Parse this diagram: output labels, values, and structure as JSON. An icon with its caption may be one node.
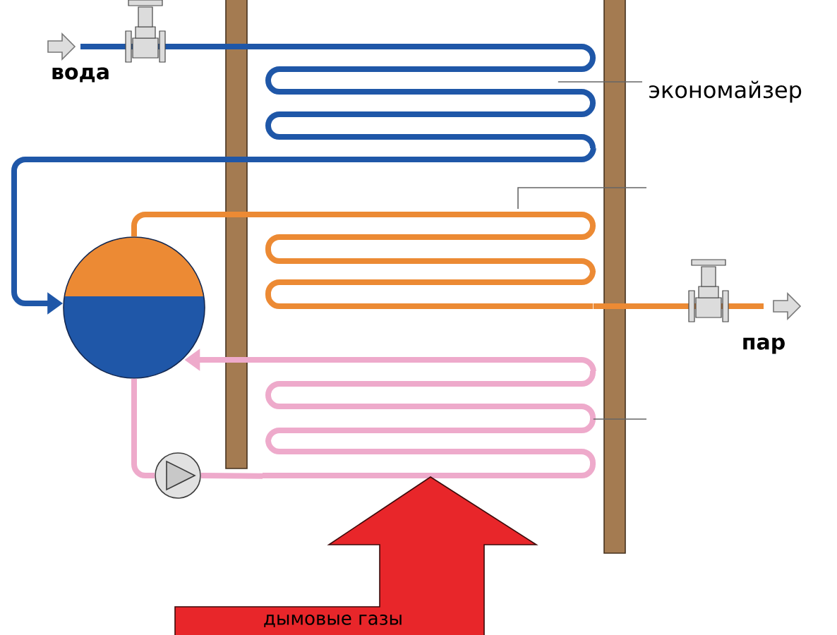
{
  "diagram": {
    "nodes": [
      {
        "text": [
          "экономайзер"
        ]
      },
      {
        "text": [],
        "shape": "coil"
      },
      {
        "text": [],
        "shape": "coil"
      },
      {
        "text": [],
        "shape": "coil"
      },
      {
        "text": [],
        "shape": "circle"
      },
      {
        "text": [],
        "shape": "circle"
      },
      {
        "text": [
          "дымовые газы"
        ]
      },
      {
        "text": [
          "вода"
        ]
      },
      {
        "text": [
          "пар"
        ]
      }
    ],
    "edges": [
      {
        "from": 0,
        "to": 1,
        "arrow": "none",
        "color": "#666666"
      },
      {
        "from": 7,
        "to": 1,
        "arrow": "none",
        "color": "#1f57a8"
      },
      {
        "from": 1,
        "to": 4,
        "arrow": "to",
        "color": "#1f57a8"
      },
      {
        "from": 4,
        "to": 2,
        "arrow": "none",
        "color": "#ec8a34"
      },
      {
        "from": 2,
        "to": 8,
        "arrow": "none",
        "color": "#ec8a34"
      },
      {
        "from": 3,
        "to": 4,
        "arrow": "to",
        "color": "#eeaacb"
      },
      {
        "from": 4,
        "to": 5,
        "arrow": "none",
        "color": "#eeaacb"
      },
      {
        "from": 5,
        "to": 3,
        "arrow": "none",
        "color": "#eeaacb"
      },
      {
        "from": null,
        "to": 2,
        "arrow": "none",
        "color": "#666666"
      },
      {
        "from": null,
        "to": 3,
        "arrow": "none",
        "color": "#666666"
      }
    ]
  }
}
